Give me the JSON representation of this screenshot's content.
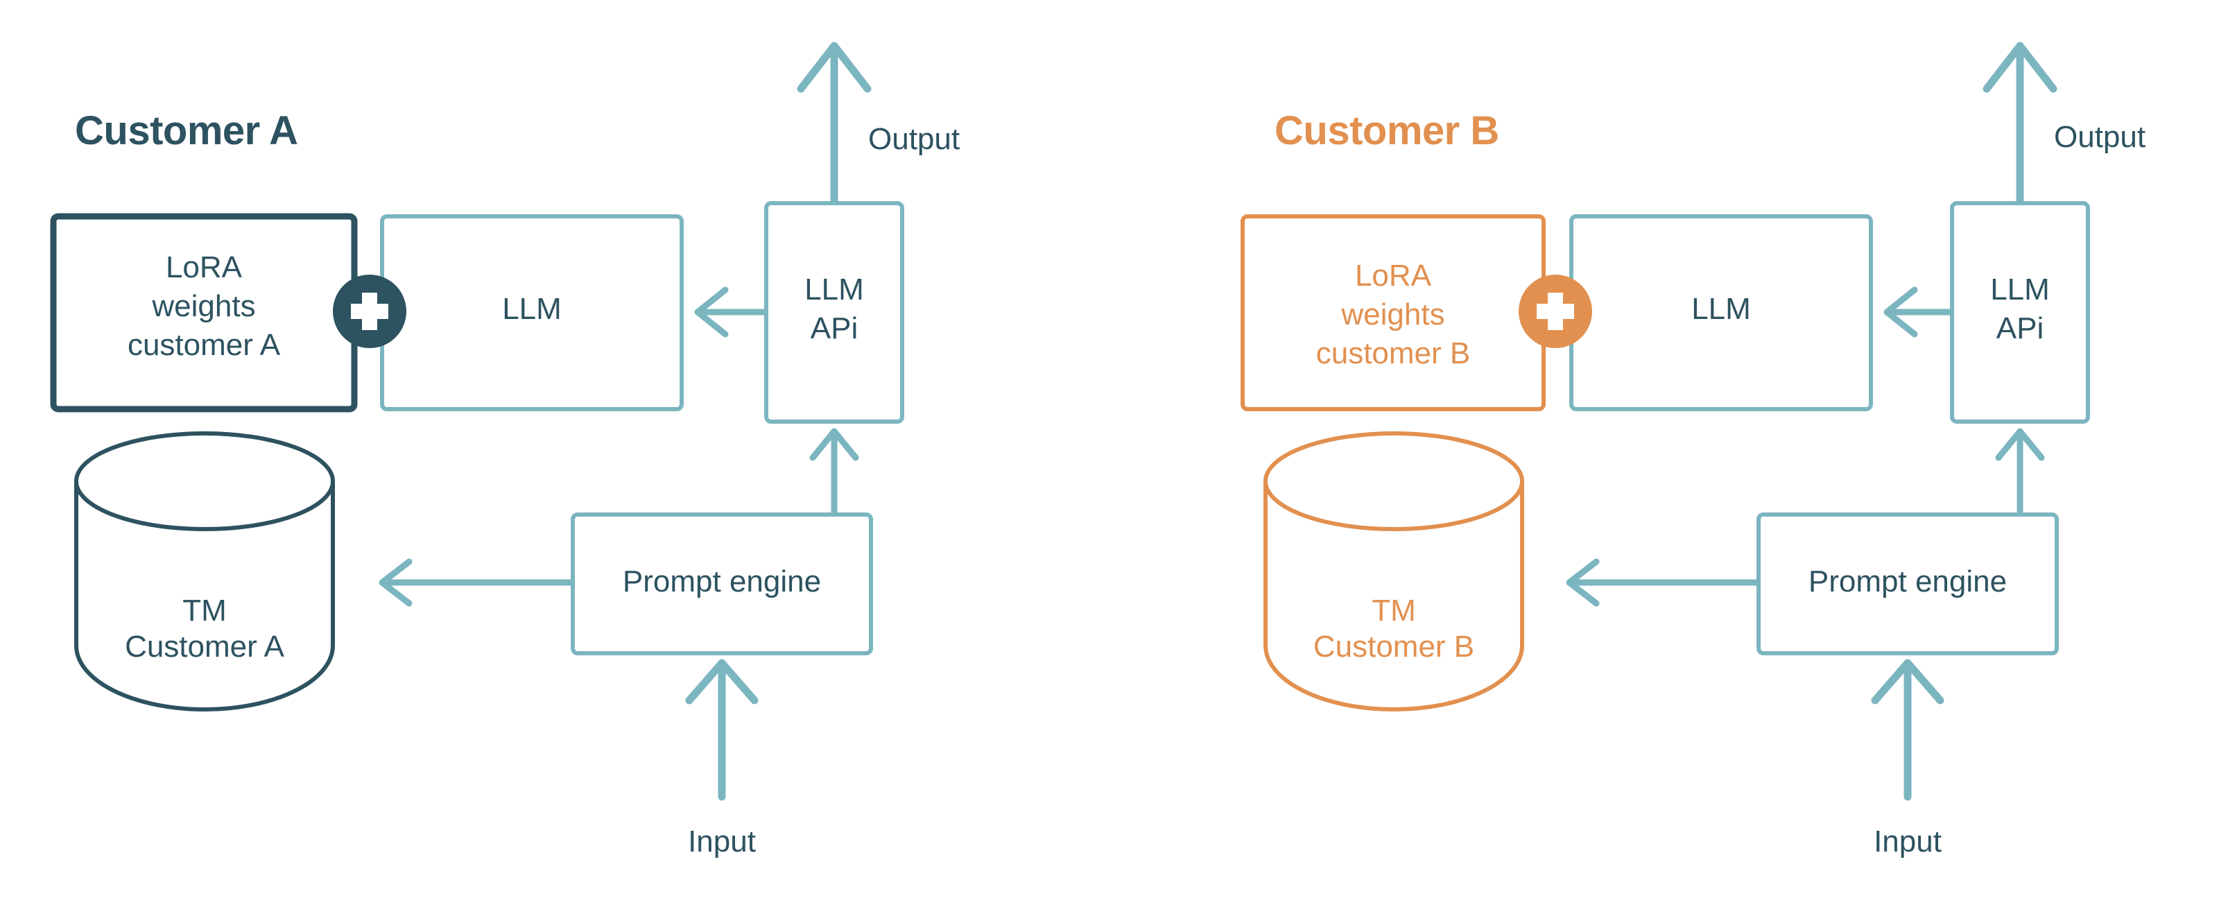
{
  "colors": {
    "dark_teal": "#2D5260",
    "light_teal": "#7BB5C0",
    "orange": "#E2904F",
    "text_dark": "#2D5260",
    "background": "#FFFFFF"
  },
  "panels": [
    {
      "id": "customer-a",
      "title": "Customer A",
      "title_color": "#2D5260",
      "accent_color": "#2D5260",
      "nodes": {
        "lora": {
          "line1": "LoRA",
          "line2": "weights",
          "line3": "customer A",
          "border_color": "#2D5260",
          "text_color": "#2D5260"
        },
        "plus": {
          "glyph": "+",
          "fill": "#2D5260"
        },
        "llm": {
          "label": "LLM",
          "border_color": "#7BB5C0",
          "text_color": "#2D5260"
        },
        "llm_api": {
          "line1": "LLM",
          "line2": "APi",
          "border_color": "#7BB5C0",
          "text_color": "#2D5260"
        },
        "prompt_engine": {
          "label": "Prompt engine",
          "border_color": "#7BB5C0",
          "text_color": "#2D5260"
        },
        "datastore": {
          "line1": "TM",
          "line2": "Customer A",
          "border_color": "#2D5260",
          "text_color": "#2D5260"
        }
      },
      "edges": {
        "output_label": "Output",
        "input_label": "Input"
      }
    },
    {
      "id": "customer-b",
      "title": "Customer B",
      "title_color": "#E2904F",
      "accent_color": "#E2904F",
      "nodes": {
        "lora": {
          "line1": "LoRA",
          "line2": "weights",
          "line3": "customer B",
          "border_color": "#E2904F",
          "text_color": "#E2904F"
        },
        "plus": {
          "glyph": "+",
          "fill": "#E2904F"
        },
        "llm": {
          "label": "LLM",
          "border_color": "#7BB5C0",
          "text_color": "#2D5260"
        },
        "llm_api": {
          "line1": "LLM",
          "line2": "APi",
          "border_color": "#7BB5C0",
          "text_color": "#2D5260"
        },
        "prompt_engine": {
          "label": "Prompt engine",
          "border_color": "#7BB5C0",
          "text_color": "#2D5260"
        },
        "datastore": {
          "line1": "TM",
          "line2": "Customer B",
          "border_color": "#E2904F",
          "text_color": "#E2904F"
        }
      },
      "edges": {
        "output_label": "Output",
        "input_label": "Input"
      }
    }
  ]
}
